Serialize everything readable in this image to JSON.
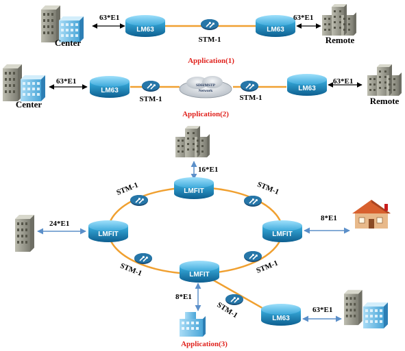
{
  "colors": {
    "fiber": "#f0a030",
    "link_blue": "#5b8fc9",
    "node": "#1f8fc4",
    "accent_red": "#e0211c"
  },
  "app1": {
    "left_link": "63*E1",
    "right_link": "63*E1",
    "node_left": "LM63",
    "node_right": "LM63",
    "trunk": "STM-1",
    "site_left": "Center",
    "site_right": "Remote",
    "caption": "Application(1)"
  },
  "app2": {
    "left_link": "63*E1",
    "right_link": "63*E1",
    "node_left": "LM63",
    "node_right": "LM63",
    "trunk_left": "STM-1",
    "trunk_right": "STM-1",
    "cloud_line1": "SDH/MSTP",
    "cloud_line2": "Network",
    "site_left": "Center",
    "site_right": "Remote",
    "caption": "Application(2)"
  },
  "app3": {
    "node_top": "LMFIT",
    "node_left": "LMFIT",
    "node_right": "LMFIT",
    "node_bottom": "LMFIT",
    "node_lm63": "LM63",
    "link_top": "16*E1",
    "link_left": "24*E1",
    "link_right": "8*E1",
    "link_bottom": "8*E1",
    "link_lm63": "63*E1",
    "stm_tl": "STM-1",
    "stm_tr": "STM-1",
    "stm_bl": "STM-1",
    "stm_br": "STM-1",
    "stm_spur": "STM-1",
    "caption": "Application(3)"
  }
}
